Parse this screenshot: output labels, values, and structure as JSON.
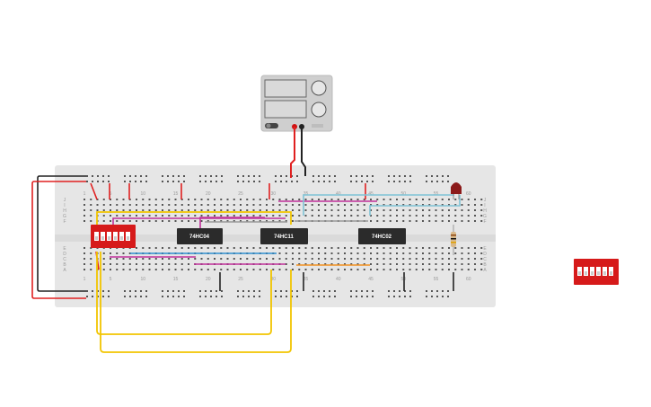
{
  "breadboard": {
    "column_numbers_top": [
      "1",
      "5",
      "10",
      "15",
      "20",
      "25",
      "30",
      "35",
      "40",
      "45",
      "50",
      "55",
      "60"
    ],
    "column_numbers_bottom": [
      "1",
      "5",
      "10",
      "15",
      "20",
      "25",
      "30",
      "35",
      "40",
      "45",
      "50",
      "55",
      "60"
    ],
    "row_letters_top": [
      "J",
      "I",
      "H",
      "G",
      "F"
    ],
    "row_letters_bottom": [
      "E",
      "D",
      "C",
      "B",
      "A"
    ]
  },
  "chips": [
    {
      "id": "chip-1",
      "label": "74HC04"
    },
    {
      "id": "chip-2",
      "label": "74HC11"
    },
    {
      "id": "chip-3",
      "label": "74HC02"
    }
  ],
  "power_supply": {
    "display_top": "",
    "display_bottom": ""
  },
  "colors": {
    "breadboard": "#e6e6e6",
    "wire_red": "#e02020",
    "wire_black": "#222222",
    "wire_yellow": "#f2c500",
    "wire_magenta": "#c0309a",
    "wire_blue": "#2f8fd0",
    "wire_light_blue": "#7fc4d6",
    "wire_gray": "#999999",
    "wire_orange": "#f09020",
    "dip_switch": "#d61a1a",
    "led": "#8b1a1a",
    "chip": "#2b2b2b"
  }
}
